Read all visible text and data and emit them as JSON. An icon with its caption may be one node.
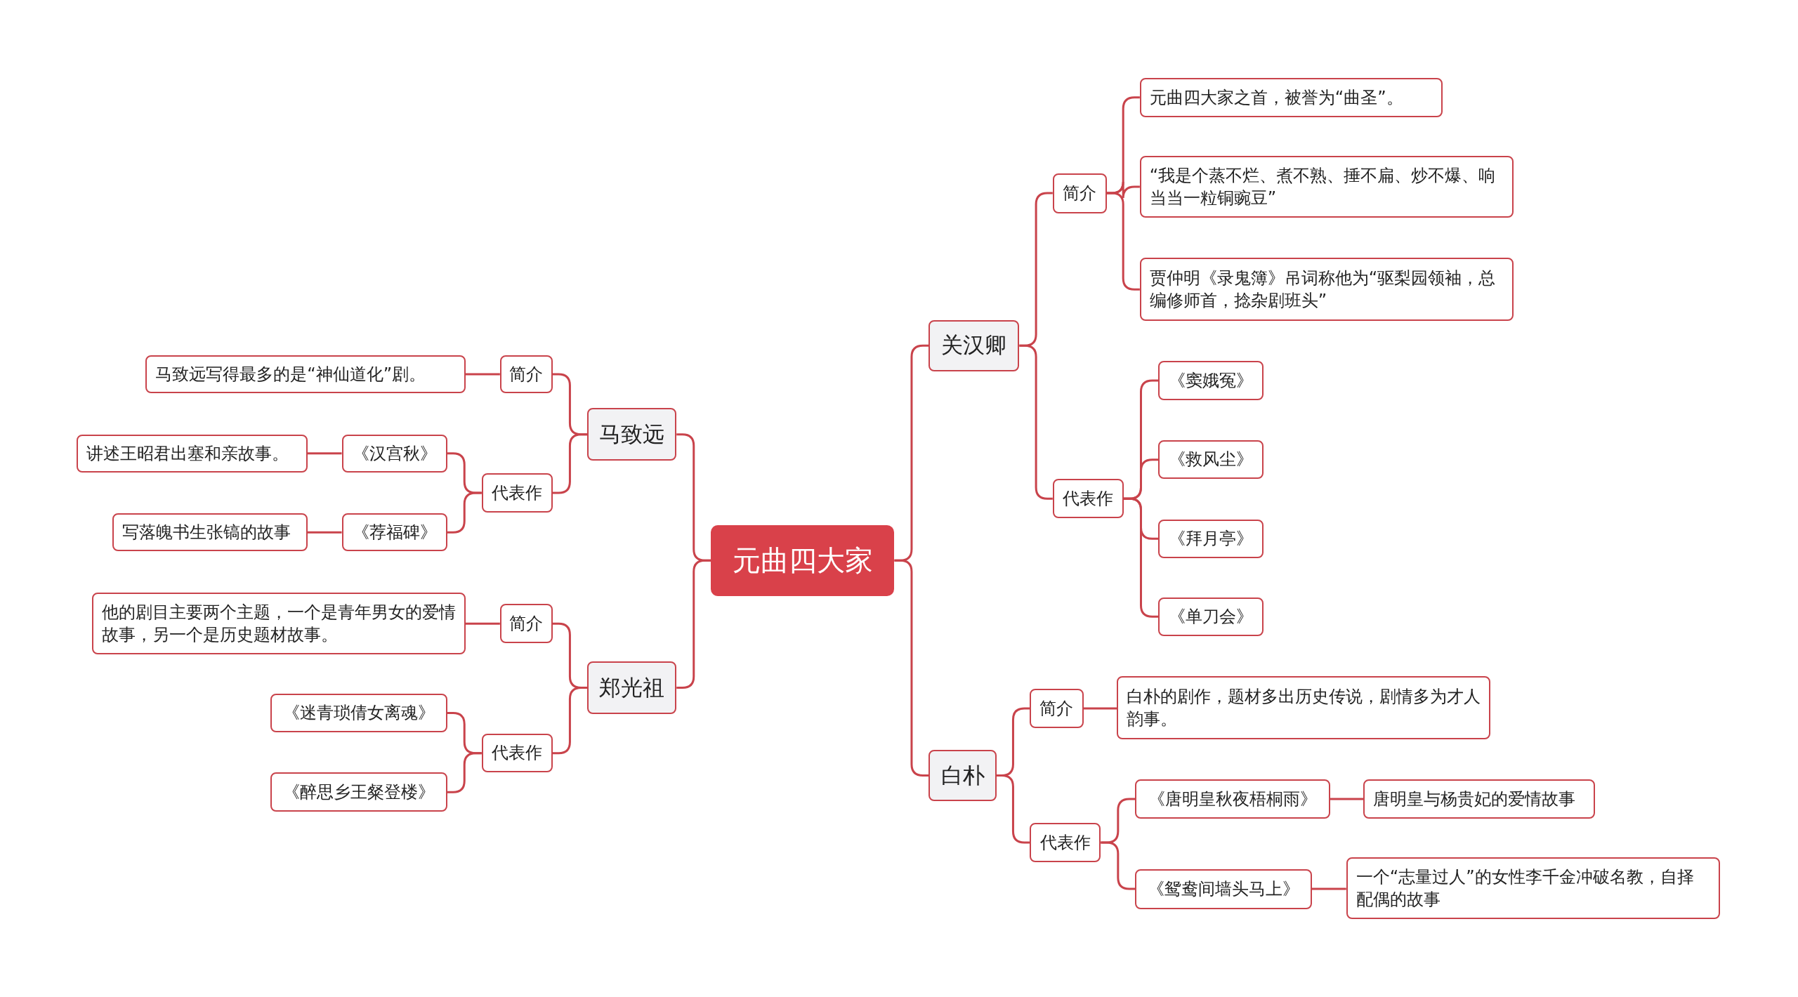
{
  "diagram": {
    "nodes": [
      {
        "text": [
          "元曲四大家"
        ]
      },
      {
        "text": [
          "马致远"
        ]
      },
      {
        "text": [
          "简介"
        ]
      },
      {
        "text": [
          "马致远写得最多的是“神仙道化”剧。"
        ]
      },
      {
        "text": [
          "代表作"
        ]
      },
      {
        "text": [
          "《汉宫秋》"
        ]
      },
      {
        "text": [
          "讲述王昭君出塞和亲故事。"
        ]
      },
      {
        "text": [
          "《荐福碑》"
        ]
      },
      {
        "text": [
          "写落魄书生张镐的故事"
        ]
      },
      {
        "text": [
          "郑光祖"
        ]
      },
      {
        "text": [
          "简介"
        ]
      },
      {
        "text": [
          "他的剧目主要两个主题，一个是青年男女的爱情故事，另一个是历史题材故事。"
        ]
      },
      {
        "text": [
          "代表作"
        ]
      },
      {
        "text": [
          "《迷青琐倩女离魂》"
        ]
      },
      {
        "text": [
          "《醉思乡王粲登楼》"
        ]
      },
      {
        "text": [
          "关汉卿"
        ]
      },
      {
        "text": [
          "简介"
        ]
      },
      {
        "text": [
          "元曲四大家之首，被誉为“曲圣”。"
        ]
      },
      {
        "text": [
          "“我是个蒸不烂、煮不熟、捶不扁、炒不爆、响当当一粒铜豌豆”"
        ]
      },
      {
        "text": [
          "贾仲明《录鬼簿》吊词称他为“驱梨园领袖，总编修师首，捻杂剧班头”"
        ]
      },
      {
        "text": [
          "代表作"
        ]
      },
      {
        "text": [
          "《窦娥冤》"
        ]
      },
      {
        "text": [
          "《救风尘》"
        ]
      },
      {
        "text": [
          "《拜月亭》"
        ]
      },
      {
        "text": [
          "《单刀会》"
        ]
      },
      {
        "text": [
          "白朴"
        ]
      },
      {
        "text": [
          "简介"
        ]
      },
      {
        "text": [
          "白朴的剧作，题材多出历史传说，剧情多为才人韵事。"
        ]
      },
      {
        "text": [
          "代表作"
        ]
      },
      {
        "text": [
          "《唐明皇秋夜梧桐雨》"
        ]
      },
      {
        "text": [
          "唐明皇与杨贵妃的爱情故事"
        ]
      },
      {
        "text": [
          "《鸳鸯间墙头马上》"
        ]
      },
      {
        "text": [
          "一个“志量过人”的女性李千金冲破名教，自择配偶的故事"
        ]
      }
    ],
    "edges": [
      {
        "from": 0,
        "to": 1,
        "arrow": "none"
      },
      {
        "from": 1,
        "to": 2,
        "arrow": "none"
      },
      {
        "from": 2,
        "to": 3,
        "arrow": "none"
      },
      {
        "from": 1,
        "to": 4,
        "arrow": "none"
      },
      {
        "from": 4,
        "to": 5,
        "arrow": "none"
      },
      {
        "from": 5,
        "to": 6,
        "arrow": "none"
      },
      {
        "from": 4,
        "to": 7,
        "arrow": "none"
      },
      {
        "from": 7,
        "to": 8,
        "arrow": "none"
      },
      {
        "from": 0,
        "to": 9,
        "arrow": "none"
      },
      {
        "from": 9,
        "to": 10,
        "arrow": "none"
      },
      {
        "from": 10,
        "to": 11,
        "arrow": "none"
      },
      {
        "from": 9,
        "to": 12,
        "arrow": "none"
      },
      {
        "from": 12,
        "to": 13,
        "arrow": "none"
      },
      {
        "from": 12,
        "to": 14,
        "arrow": "none"
      },
      {
        "from": 0,
        "to": 15,
        "arrow": "none"
      },
      {
        "from": 15,
        "to": 16,
        "arrow": "none"
      },
      {
        "from": 16,
        "to": 17,
        "arrow": "none"
      },
      {
        "from": 16,
        "to": 18,
        "arrow": "none"
      },
      {
        "from": 16,
        "to": 19,
        "arrow": "none"
      },
      {
        "from": 15,
        "to": 20,
        "arrow": "none"
      },
      {
        "from": 20,
        "to": 21,
        "arrow": "none"
      },
      {
        "from": 20,
        "to": 22,
        "arrow": "none"
      },
      {
        "from": 20,
        "to": 23,
        "arrow": "none"
      },
      {
        "from": 20,
        "to": 24,
        "arrow": "none"
      },
      {
        "from": 0,
        "to": 25,
        "arrow": "none"
      },
      {
        "from": 25,
        "to": 26,
        "arrow": "none"
      },
      {
        "from": 26,
        "to": 27,
        "arrow": "none"
      },
      {
        "from": 25,
        "to": 28,
        "arrow": "none"
      },
      {
        "from": 28,
        "to": 29,
        "arrow": "none"
      },
      {
        "from": 29,
        "to": 30,
        "arrow": "none"
      },
      {
        "from": 28,
        "to": 31,
        "arrow": "none"
      },
      {
        "from": 31,
        "to": 32,
        "arrow": "none"
      }
    ]
  }
}
